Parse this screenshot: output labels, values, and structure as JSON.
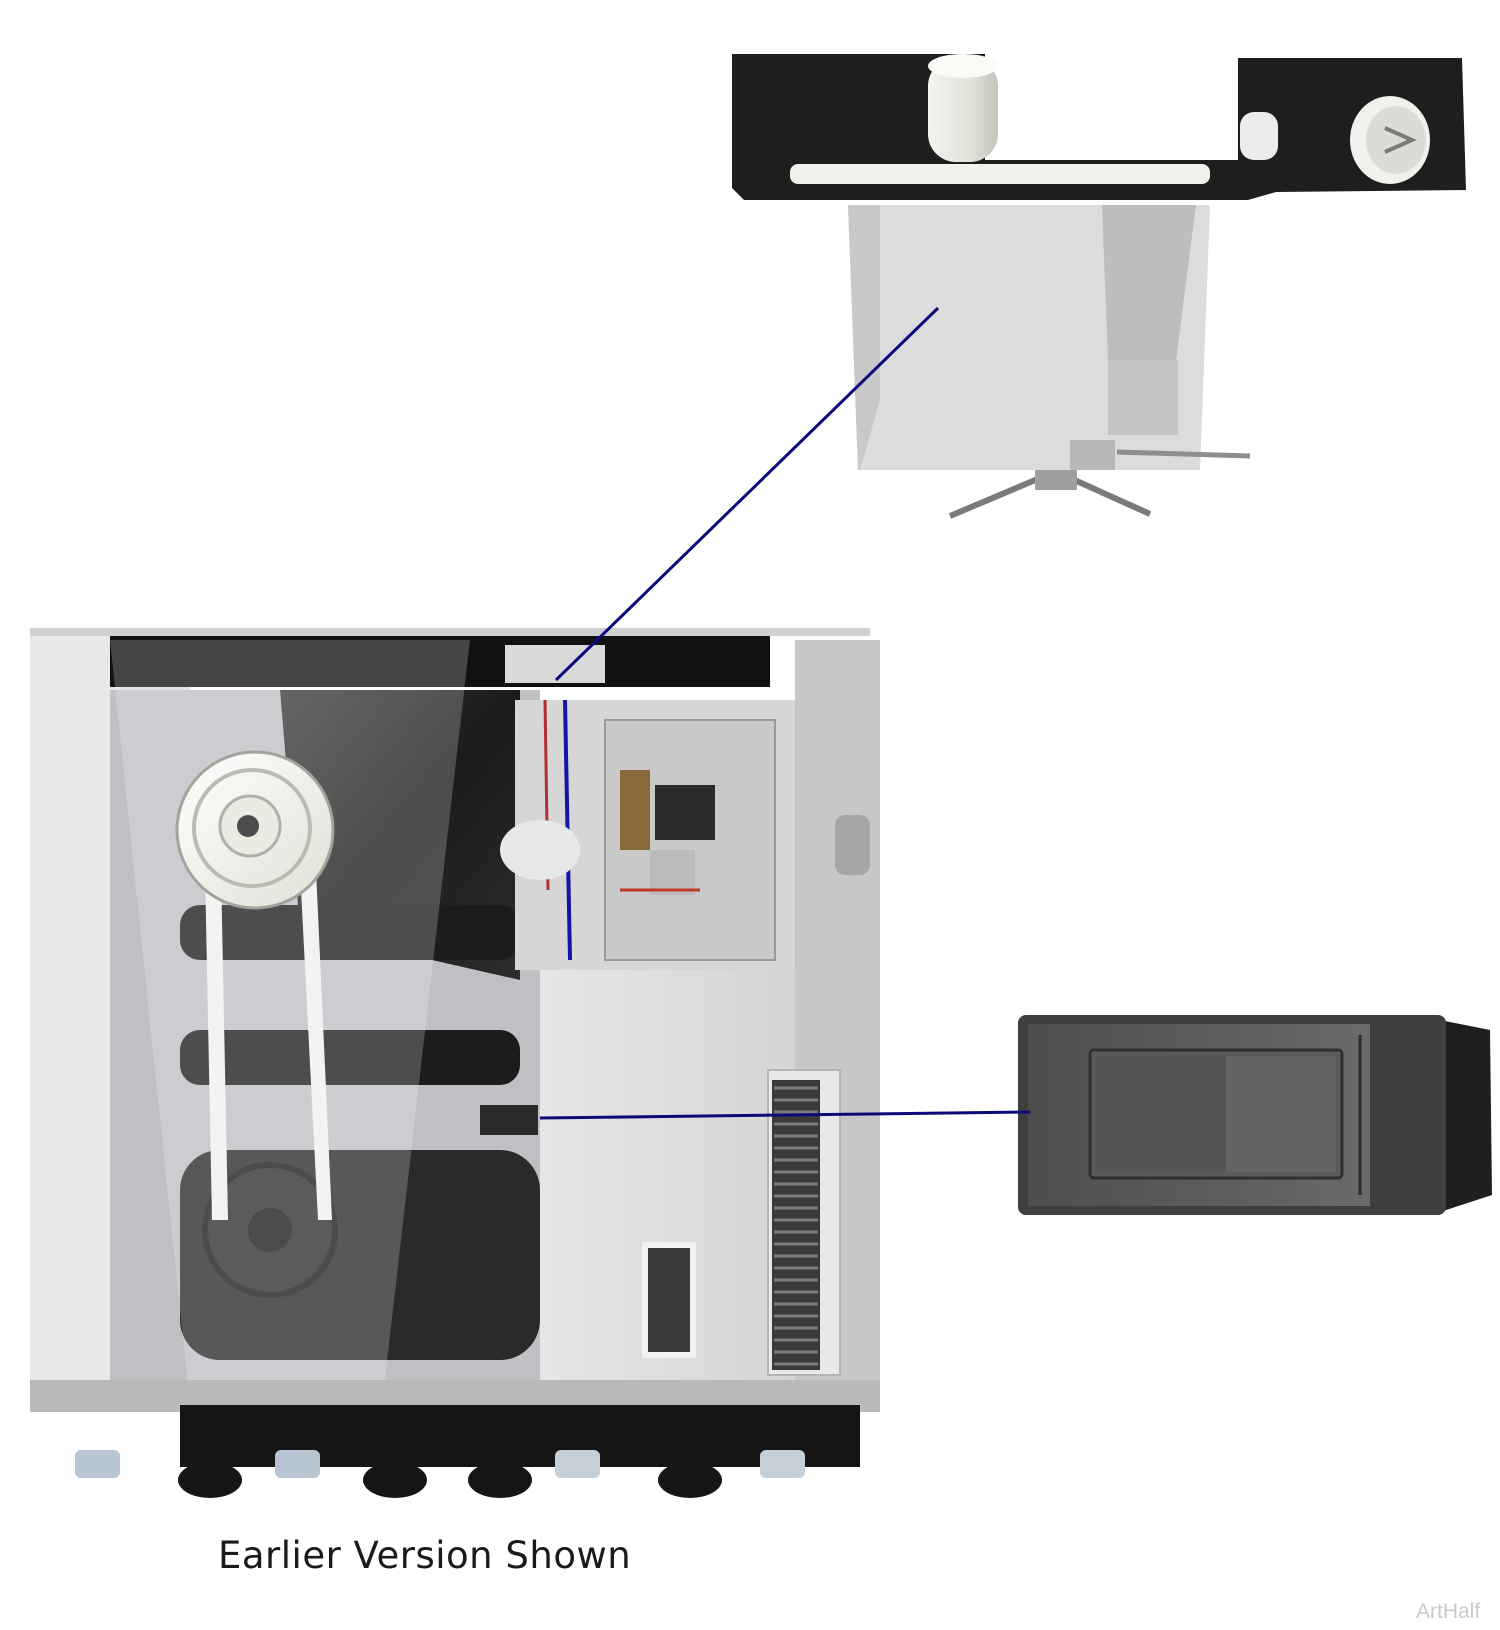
{
  "caption": "Earlier Version Shown",
  "watermark": "ArtHalf",
  "colors": {
    "leader_line": "#0a0a78",
    "housing_light": "#dcdcdc",
    "housing_mid": "#c8c8c8",
    "dark_part": "#1e1e1e",
    "rocker_switch": "#555555"
  },
  "callouts": [
    {
      "name": "interlock-switch",
      "icon": "microswitch-with-bracket"
    },
    {
      "name": "rocker-switch",
      "icon": "rocker-switch"
    }
  ]
}
